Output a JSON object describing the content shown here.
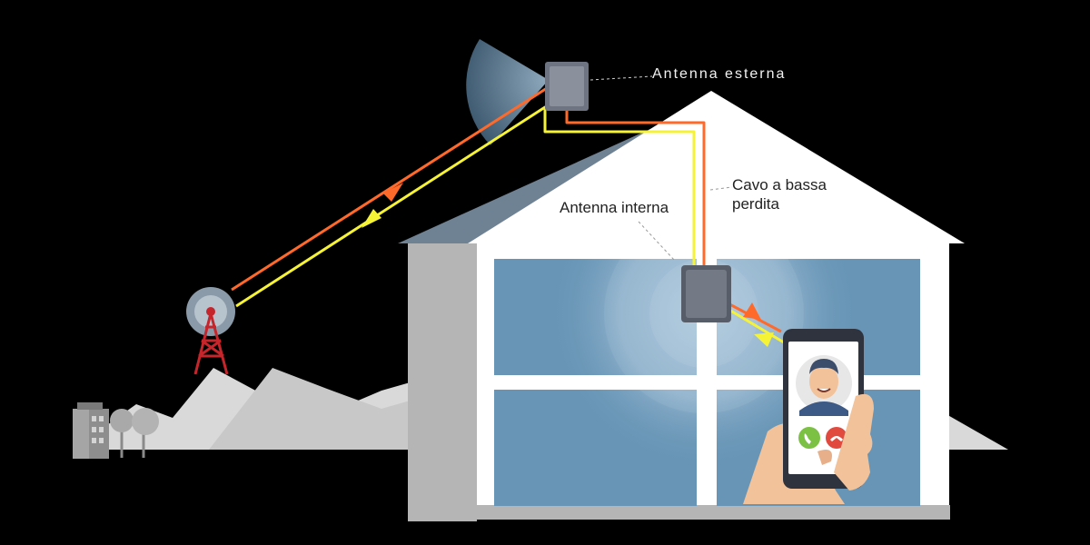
{
  "labels": {
    "outdoor_antenna": "Antenna esterna",
    "indoor_antenna": "Antenna interna",
    "cable": "Cavo a bassa perdita"
  },
  "colors": {
    "background": "#000000",
    "house_wall": "#ffffff",
    "house_side": "#b5b5b5",
    "roof_shadow": "#6f8294",
    "window_glass": "#6895b6",
    "hills": "#d9d9d9",
    "tower": "#c5262c",
    "signal_downlink": "#ff6a2b",
    "signal_uplink": "#f6f336",
    "antenna_panel": "#6e7482",
    "phone_body": "#2f333d",
    "call_accept": "#7cc144",
    "call_reject": "#e04a3f"
  },
  "icons": {
    "tower": "cell-tower-icon",
    "outdoor_antenna": "directional-antenna-icon",
    "indoor_antenna": "indoor-panel-antenna-icon",
    "phone": "smartphone-icon",
    "accept": "phone-accept-icon",
    "reject": "phone-reject-icon",
    "avatar": "user-avatar-icon"
  }
}
